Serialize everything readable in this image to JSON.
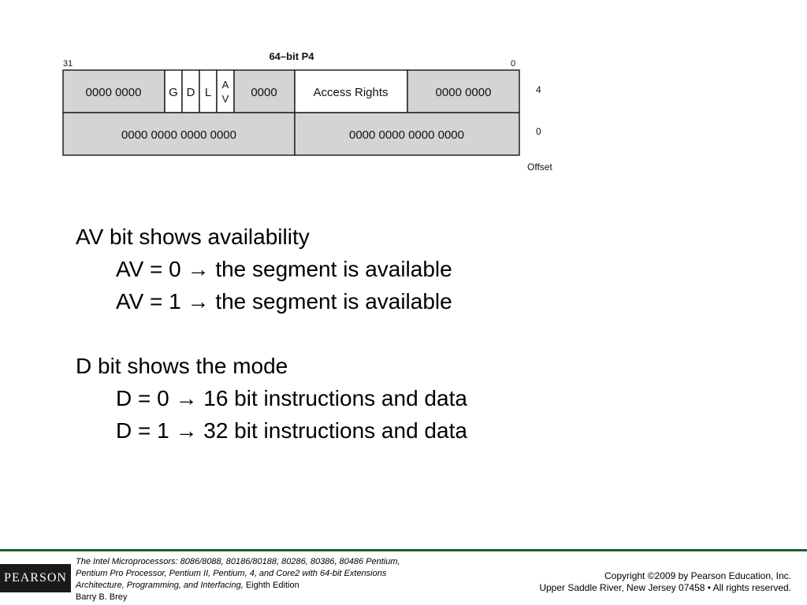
{
  "diagram": {
    "title": "64–bit P4",
    "bit_high": "31",
    "bit_low": "0",
    "row_top": {
      "cells": [
        "0000 0000",
        "G",
        "D",
        "L",
        "A",
        "V",
        "0000",
        "Access Rights",
        "0000 0000"
      ],
      "offset": "4"
    },
    "row_bottom": {
      "cells": [
        "0000 0000 0000 0000",
        "0000 0000 0000 0000"
      ],
      "offset": "0"
    },
    "offset_label": "Offset"
  },
  "notes": {
    "av_heading": "AV bit shows availability",
    "av_0": "AV = 0 → the segment is available",
    "av_1": "AV = 1 → the segment is available",
    "d_heading": "D bit shows the mode",
    "d_0": "D = 0 → 16 bit instructions and data",
    "d_1": "D = 1 → 32 bit instructions and data"
  },
  "footer": {
    "logo": "PEARSON",
    "book_title_italic": "The Intel Microprocessors:",
    "book_line1_rest": "8086/8088, 80186/80188, 80286, 80386, 80486 Pentium,",
    "book_line2": "Pentium Pro Processor, Pentium II, Pentium, 4, and Core2 with 64-bit Extensions",
    "book_line3_italic": "Architecture, Programming, and Interfacing,",
    "book_line3_rest": "Eighth Edition",
    "author": "Barry B. Brey",
    "copyright_line1": "Copyright ©2009 by Pearson Education, Inc.",
    "copyright_line2": "Upper Saddle River, New Jersey 07458 • All rights reserved."
  },
  "colors": {
    "cell_fill": "#d4d4d4",
    "cell_white": "#ffffff",
    "footer_rule": "#1f5c2e"
  }
}
